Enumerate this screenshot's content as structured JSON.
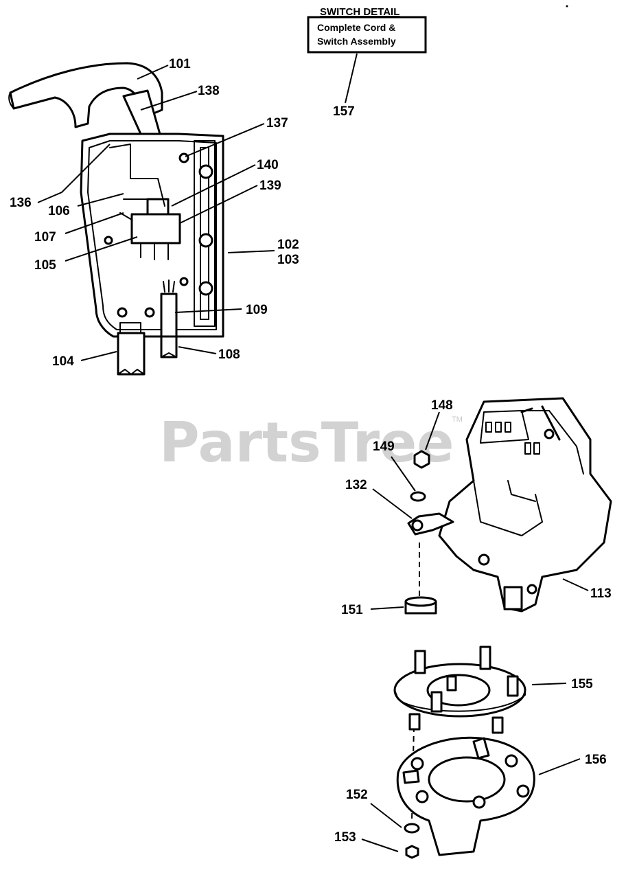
{
  "switch_detail": {
    "title": "SWITCH DETAIL",
    "line1": "Complete Cord &",
    "line2": "Switch Assembly"
  },
  "watermark": {
    "text": "PartsTree",
    "tm": "TM"
  },
  "part_labels": {
    "p101": "101",
    "p138": "138",
    "p137": "137",
    "p140": "140",
    "p139": "139",
    "p136": "136",
    "p106": "106",
    "p107": "107",
    "p105": "105",
    "p102": "102",
    "p103": "103",
    "p109": "109",
    "p104": "104",
    "p108": "108",
    "p157": "157",
    "p148": "148",
    "p149": "149",
    "p132": "132",
    "p113": "113",
    "p151": "151",
    "p155": "155",
    "p156": "156",
    "p152": "152",
    "p153": "153"
  }
}
